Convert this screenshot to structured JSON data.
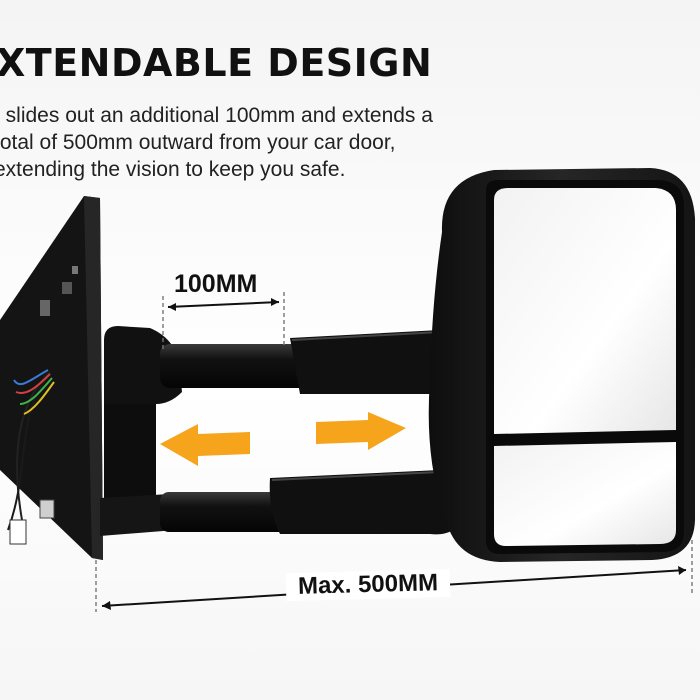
{
  "heading": {
    "title": "XTENDABLE DESIGN"
  },
  "description": {
    "line1": "t slides out an additional 100mm and extends a",
    "line2": "total of 500mm outward from your car door,",
    "line3": "extending the vision to keep you safe."
  },
  "dimensions": {
    "extension_label": "100MM",
    "max_label": "Max. 500MM"
  },
  "colors": {
    "arrow": "#f5a41c",
    "housing": "#1b1b1b",
    "text": "#111111"
  }
}
